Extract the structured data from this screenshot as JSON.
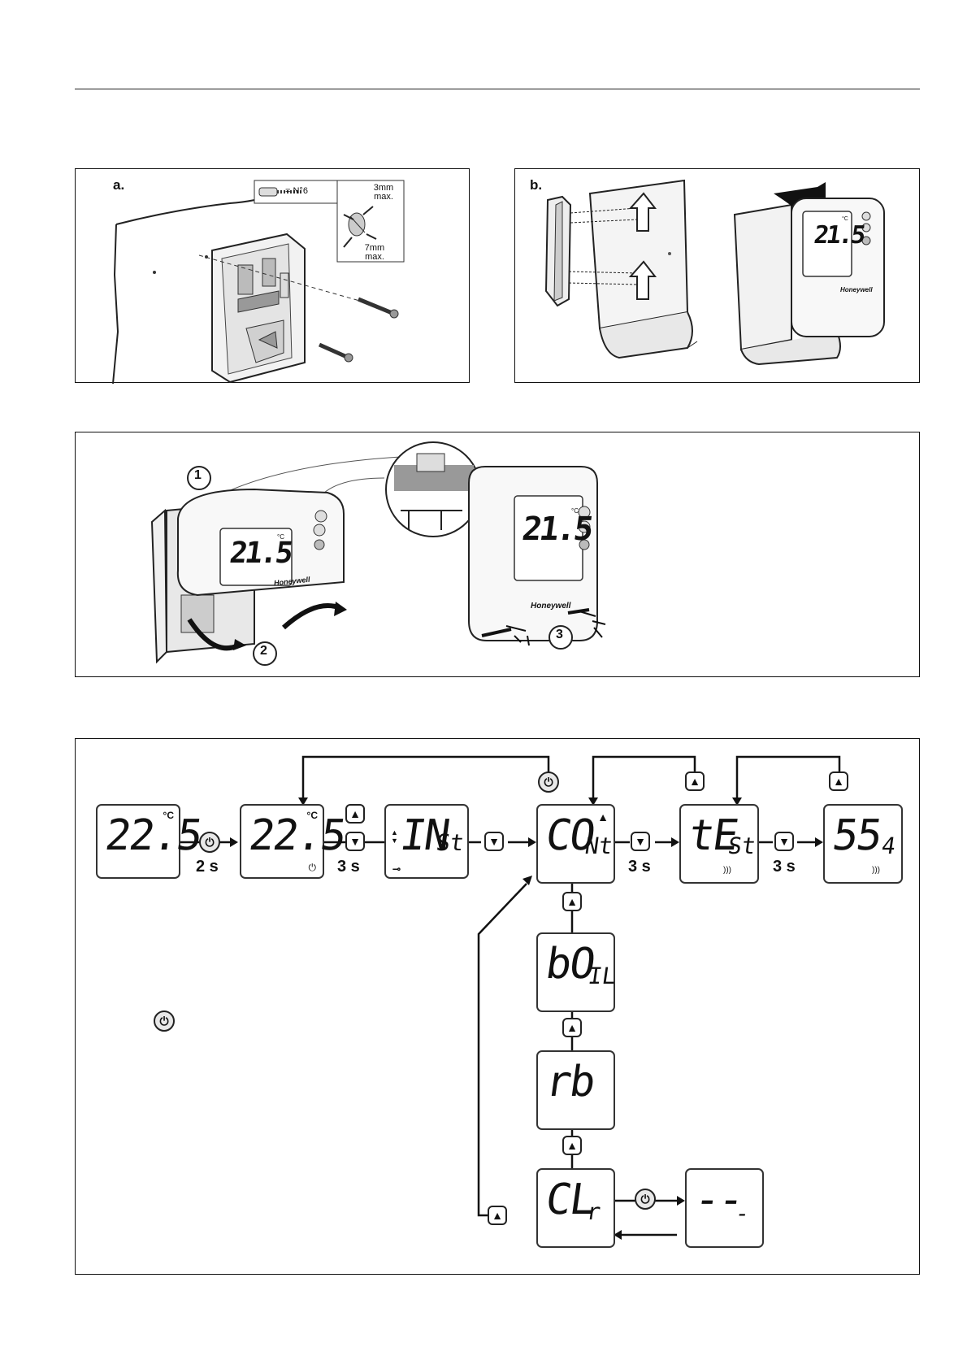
{
  "figure_a": {
    "label": "a.",
    "screw_size": "= N°6",
    "min_gap": "3mm max.",
    "max_depth": "7mm max."
  },
  "figure_b": {
    "label": "b.",
    "display_reading": "21.5",
    "unit": "°C",
    "brand": "Honeywell"
  },
  "figure_c": {
    "step1": "1",
    "step2": "2",
    "step3": "3",
    "display_reading": "21.5",
    "unit": "°C",
    "brand": "Honeywell"
  },
  "flow": {
    "screen_home": {
      "main": "22.5",
      "unit": "°C"
    },
    "hold_power": "2 s",
    "screen_off": {
      "main": "22.5",
      "unit": "°C"
    },
    "hold_up_down": "3 s",
    "screen_inst": {
      "main": "IN",
      "small": "St"
    },
    "screen_cont": {
      "main": "CO",
      "small": "Nt"
    },
    "hold_test": "3 s",
    "screen_test": {
      "main": "tE",
      "small": "St"
    },
    "hold_ss": "3 s",
    "screen_ss": {
      "main": "55",
      "small": "4"
    },
    "screen_boil": {
      "main": "bO",
      "small": "IL"
    },
    "screen_rb": {
      "main": "rb"
    },
    "screen_clr": {
      "main": "CL",
      "small": "r"
    },
    "screen_dash": {
      "main": "--",
      "small": "-"
    }
  }
}
